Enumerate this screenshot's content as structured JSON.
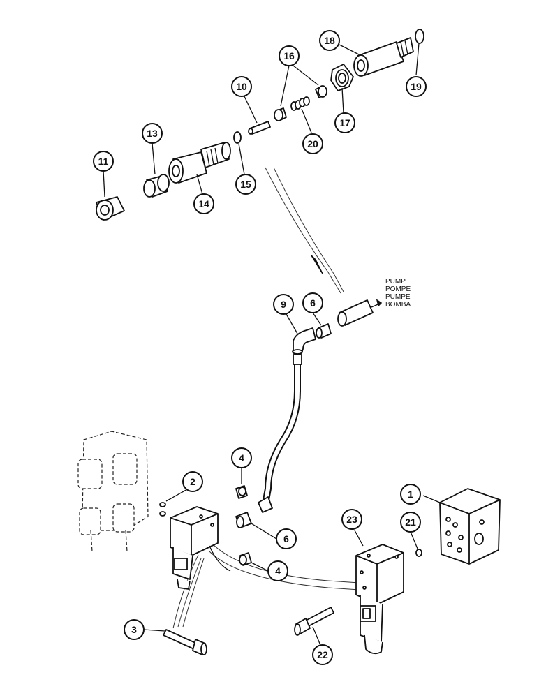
{
  "diagram": {
    "callouts": [
      {
        "id": "c1",
        "label": "1"
      },
      {
        "id": "c2",
        "label": "2"
      },
      {
        "id": "c3",
        "label": "3"
      },
      {
        "id": "c4a",
        "label": "4"
      },
      {
        "id": "c4b",
        "label": "4"
      },
      {
        "id": "c6a",
        "label": "6"
      },
      {
        "id": "c6b",
        "label": "6"
      },
      {
        "id": "c9",
        "label": "9"
      },
      {
        "id": "c10",
        "label": "10"
      },
      {
        "id": "c11",
        "label": "11"
      },
      {
        "id": "c13",
        "label": "13"
      },
      {
        "id": "c14",
        "label": "14"
      },
      {
        "id": "c15",
        "label": "15"
      },
      {
        "id": "c16",
        "label": "16"
      },
      {
        "id": "c17",
        "label": "17"
      },
      {
        "id": "c18",
        "label": "18"
      },
      {
        "id": "c19",
        "label": "19"
      },
      {
        "id": "c20",
        "label": "20"
      },
      {
        "id": "c21",
        "label": "21"
      },
      {
        "id": "c22",
        "label": "22"
      },
      {
        "id": "c23",
        "label": "23"
      }
    ],
    "pump_labels": [
      "PUMP",
      "POMPE",
      "PUMPE",
      "BOMBA"
    ]
  }
}
